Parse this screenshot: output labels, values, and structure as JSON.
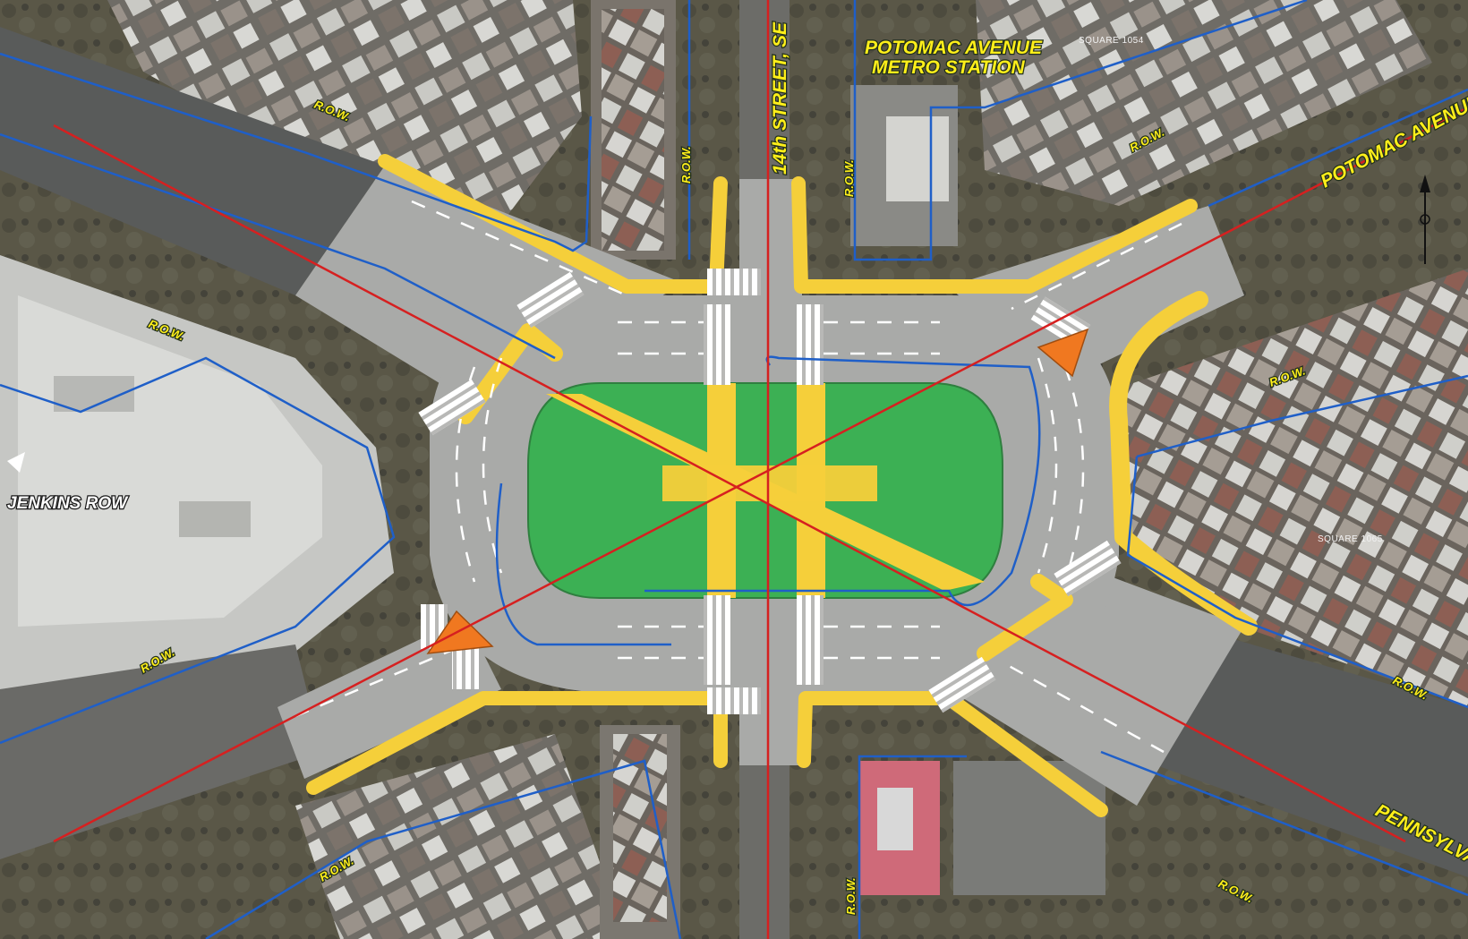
{
  "map": {
    "labels": {
      "metro_line1": "POTOMAC AVENUE",
      "metro_line2": "METRO STATION",
      "street_14th": "14th STREET, SE",
      "potomac_ave": "POTOMAC AVENUE,",
      "pennsylvania": "PENNSYLVAI",
      "jenkins_row": "JENKINS ROW",
      "square_1054": "SQUARE 1054",
      "square_1065": "SQUARE 1065",
      "row": "R.O.W."
    },
    "colors": {
      "right_of_way": "#1f5fc8",
      "centerline": "#d62020",
      "sidewalk": "#f5cf3a",
      "median": "#3cb054",
      "pavement": "#a9aaa8",
      "island": "#f07820"
    }
  }
}
